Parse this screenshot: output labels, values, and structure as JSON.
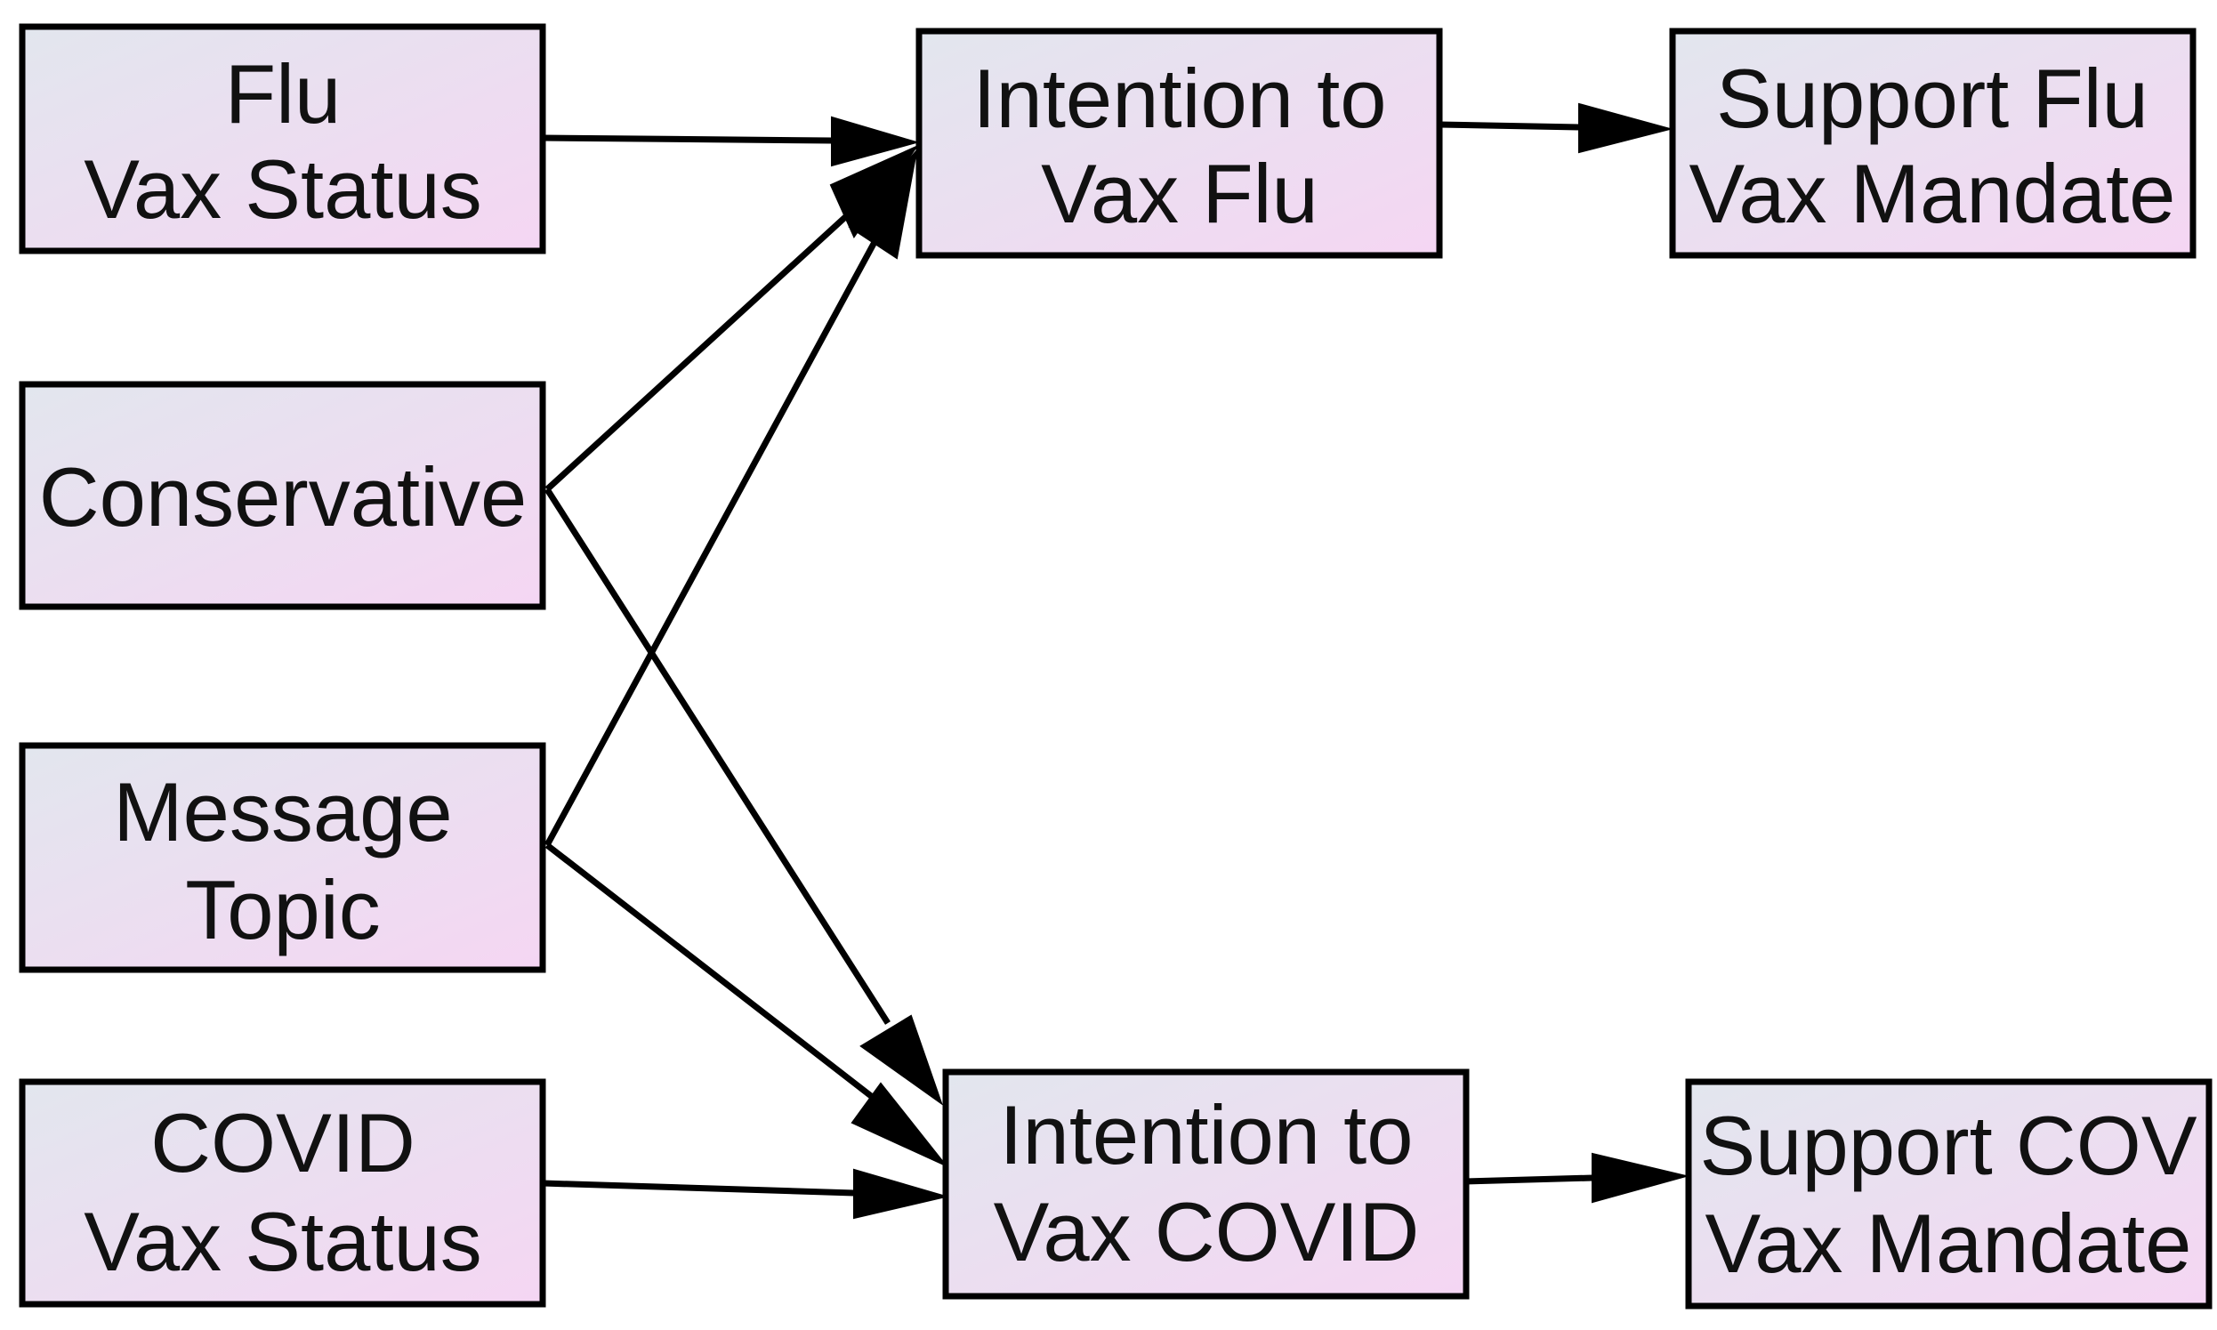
{
  "nodes": {
    "flu_vax_status": {
      "line1": "Flu",
      "line2": "Vax Status"
    },
    "conservative": {
      "line1": "Conservative"
    },
    "message_topic": {
      "line1": "Message",
      "line2": "Topic"
    },
    "covid_vax_status": {
      "line1": "COVID",
      "line2": "Vax Status"
    },
    "intention_vax_flu": {
      "line1": "Intention to",
      "line2": "Vax Flu"
    },
    "intention_vax_covid": {
      "line1": "Intention to",
      "line2": "Vax COVID"
    },
    "support_flu_mandate": {
      "line1": "Support Flu",
      "line2": "Vax Mandate"
    },
    "support_covid_mandate": {
      "line1": "Support COV",
      "line2": "Vax Mandate"
    }
  },
  "edges": [
    {
      "from": "flu_vax_status",
      "to": "intention_vax_flu"
    },
    {
      "from": "conservative",
      "to": "intention_vax_flu"
    },
    {
      "from": "conservative",
      "to": "intention_vax_covid"
    },
    {
      "from": "message_topic",
      "to": "intention_vax_flu"
    },
    {
      "from": "message_topic",
      "to": "intention_vax_covid"
    },
    {
      "from": "covid_vax_status",
      "to": "intention_vax_covid"
    },
    {
      "from": "intention_vax_flu",
      "to": "support_flu_mandate"
    },
    {
      "from": "intention_vax_covid",
      "to": "support_covid_mandate"
    }
  ],
  "colors": {
    "node_fill_start": "#e2e6ee",
    "node_fill_end": "#f5d6f3",
    "border": "#000000",
    "text": "#111111"
  }
}
